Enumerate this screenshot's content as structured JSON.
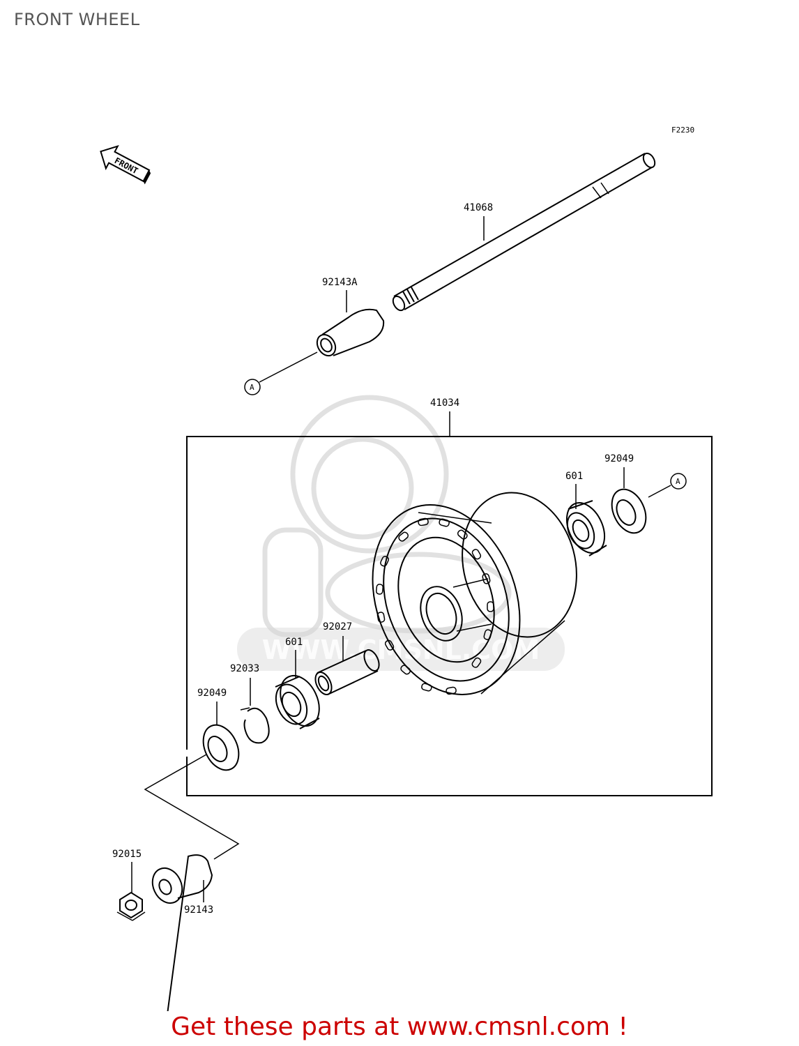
{
  "title": "FRONT WHEEL",
  "figure_code": "F2230",
  "front_arrow_label": "FRONT",
  "parts": {
    "axle": "41068",
    "collar_left": "92143A",
    "hub_assembly": "41034",
    "bearing_right": "601",
    "seal_right": "92049",
    "spacer": "92027",
    "bearing_left": "601",
    "circlip": "92033",
    "seal_left": "92049",
    "nut": "92015",
    "collar_right": "92143"
  },
  "reference_marker": "A",
  "watermark_text": "WWW.CMSNL.COM",
  "footer": {
    "text": "Get these parts at www.cmsnl.com !",
    "color": "#cc0000"
  }
}
